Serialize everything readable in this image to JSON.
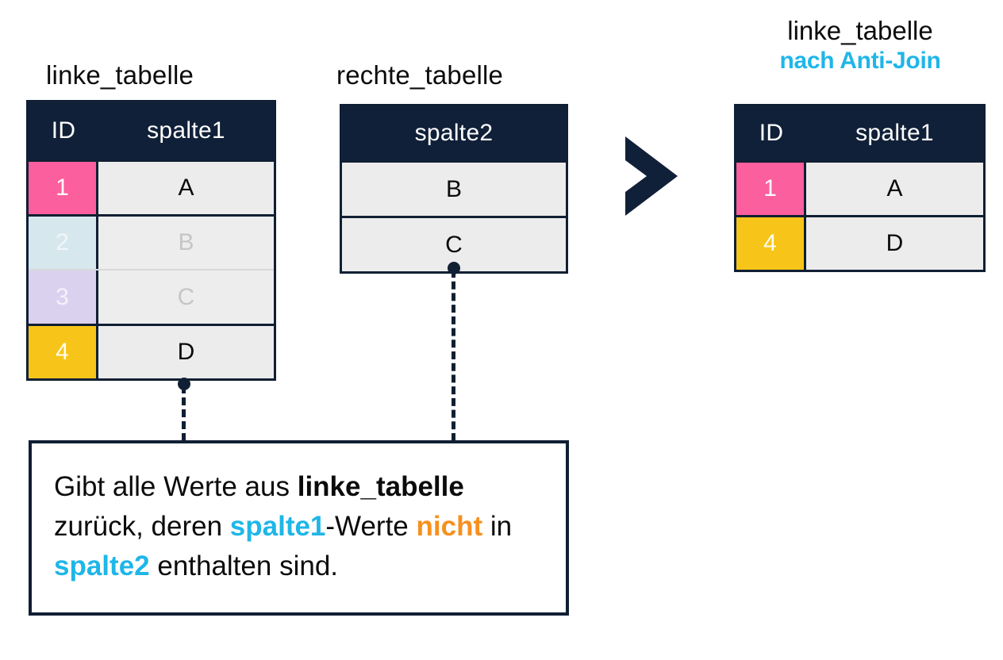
{
  "titles": {
    "left_table": "linke_tabelle",
    "right_table": "rechte_tabelle",
    "result_line1": "linke_tabelle",
    "result_line2": "nach Anti-Join"
  },
  "colors": {
    "header_bg": "#102038",
    "accent_cyan": "#1fb6e8",
    "accent_orange": "#f7901e",
    "id_pink": "#fb5f9e",
    "id_blue": "#d6e7ee",
    "id_purple": "#dad1ef",
    "id_yellow": "#f7c51a",
    "cell_bg": "#ececec",
    "faded_text": "#c6c6c6"
  },
  "left_table": {
    "headers": {
      "id": "ID",
      "col": "spalte1"
    },
    "rows": [
      {
        "id": "1",
        "value": "A",
        "id_color": "c-pink",
        "faded": false
      },
      {
        "id": "2",
        "value": "B",
        "id_color": "c-blue",
        "faded": true
      },
      {
        "id": "3",
        "value": "C",
        "id_color": "c-purple",
        "faded": true
      },
      {
        "id": "4",
        "value": "D",
        "id_color": "c-yellow",
        "faded": false
      }
    ]
  },
  "right_table": {
    "headers": {
      "col": "spalte2"
    },
    "rows": [
      {
        "value": "B"
      },
      {
        "value": "C"
      }
    ]
  },
  "result_table": {
    "headers": {
      "id": "ID",
      "col": "spalte1"
    },
    "rows": [
      {
        "id": "1",
        "value": "A",
        "id_color": "c-pink"
      },
      {
        "id": "4",
        "value": "D",
        "id_color": "c-yellow"
      }
    ]
  },
  "caption": {
    "seg1": "Gibt alle Werte aus ",
    "seg2_bold": "linke_tabelle",
    "seg3": " zurück, deren ",
    "seg4_cyan": "spalte1",
    "seg5": "-Werte ",
    "seg6_orange": "nicht",
    "seg7": " in ",
    "seg8_cyan": "spalte2",
    "seg9": " enthalten sind.",
    "full_text": "Gibt alle Werte aus linke_tabelle zurück, deren spalte1-Werte nicht in spalte2 enthalten sind."
  },
  "arrow": {
    "name": "chevron-right-icon"
  }
}
